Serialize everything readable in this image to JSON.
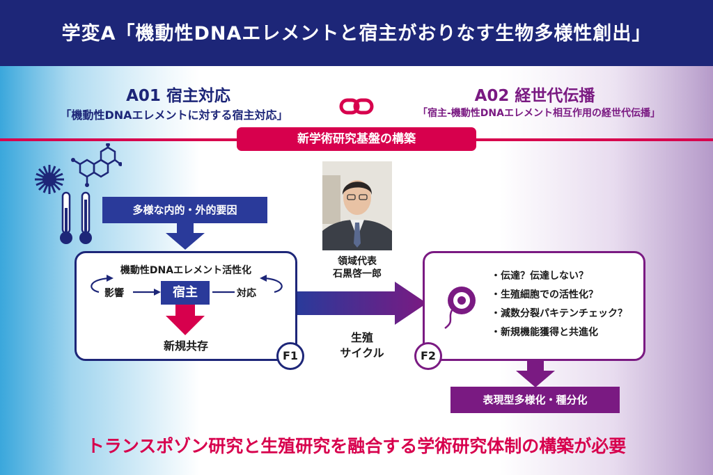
{
  "header": {
    "title": "学変A「機動性DNAエレメントと宿主がおりなす生物多様性創出」"
  },
  "a01": {
    "title": "A01 宿主対応",
    "subtitle": "「機動性DNAエレメントに対する宿主対応」"
  },
  "a02": {
    "title": "A02 経世代伝播",
    "subtitle": "「宿主-機動性DNAエレメント相互作用の経世代伝播」"
  },
  "platform": {
    "label": "新学術研究基盤の構築"
  },
  "factors": {
    "label": "多様な内的・外的要因"
  },
  "f1": {
    "activation": "機動性DNAエレメント活性化",
    "influence": "影響",
    "host": "宿主",
    "response": "対応",
    "result": "新規共存",
    "badge": "F1"
  },
  "leader": {
    "role": "領域代表",
    "name": "石黒啓一郎"
  },
  "cycle": {
    "line1": "生殖",
    "line2": "サイクル"
  },
  "f2": {
    "items": [
      "・伝達？伝達しない？",
      "・生殖細胞での活性化？",
      "・減数分裂パキテンチェック？",
      "・新規機能獲得と共進化"
    ],
    "badge": "F2"
  },
  "outcome": {
    "label": "表現型多様化・種分化"
  },
  "footer": {
    "message": "トランスポゾン研究と生殖研究を融合する学術研究体制の構築が必要"
  },
  "colors": {
    "navy": "#1d2678",
    "blue": "#2a3a9a",
    "magenta": "#d7004d",
    "purple": "#7a1a82"
  },
  "icons": [
    "link-icon",
    "sun-icon",
    "molecule-icon",
    "thermometer-icon",
    "sperm-icon",
    "person-photo"
  ]
}
